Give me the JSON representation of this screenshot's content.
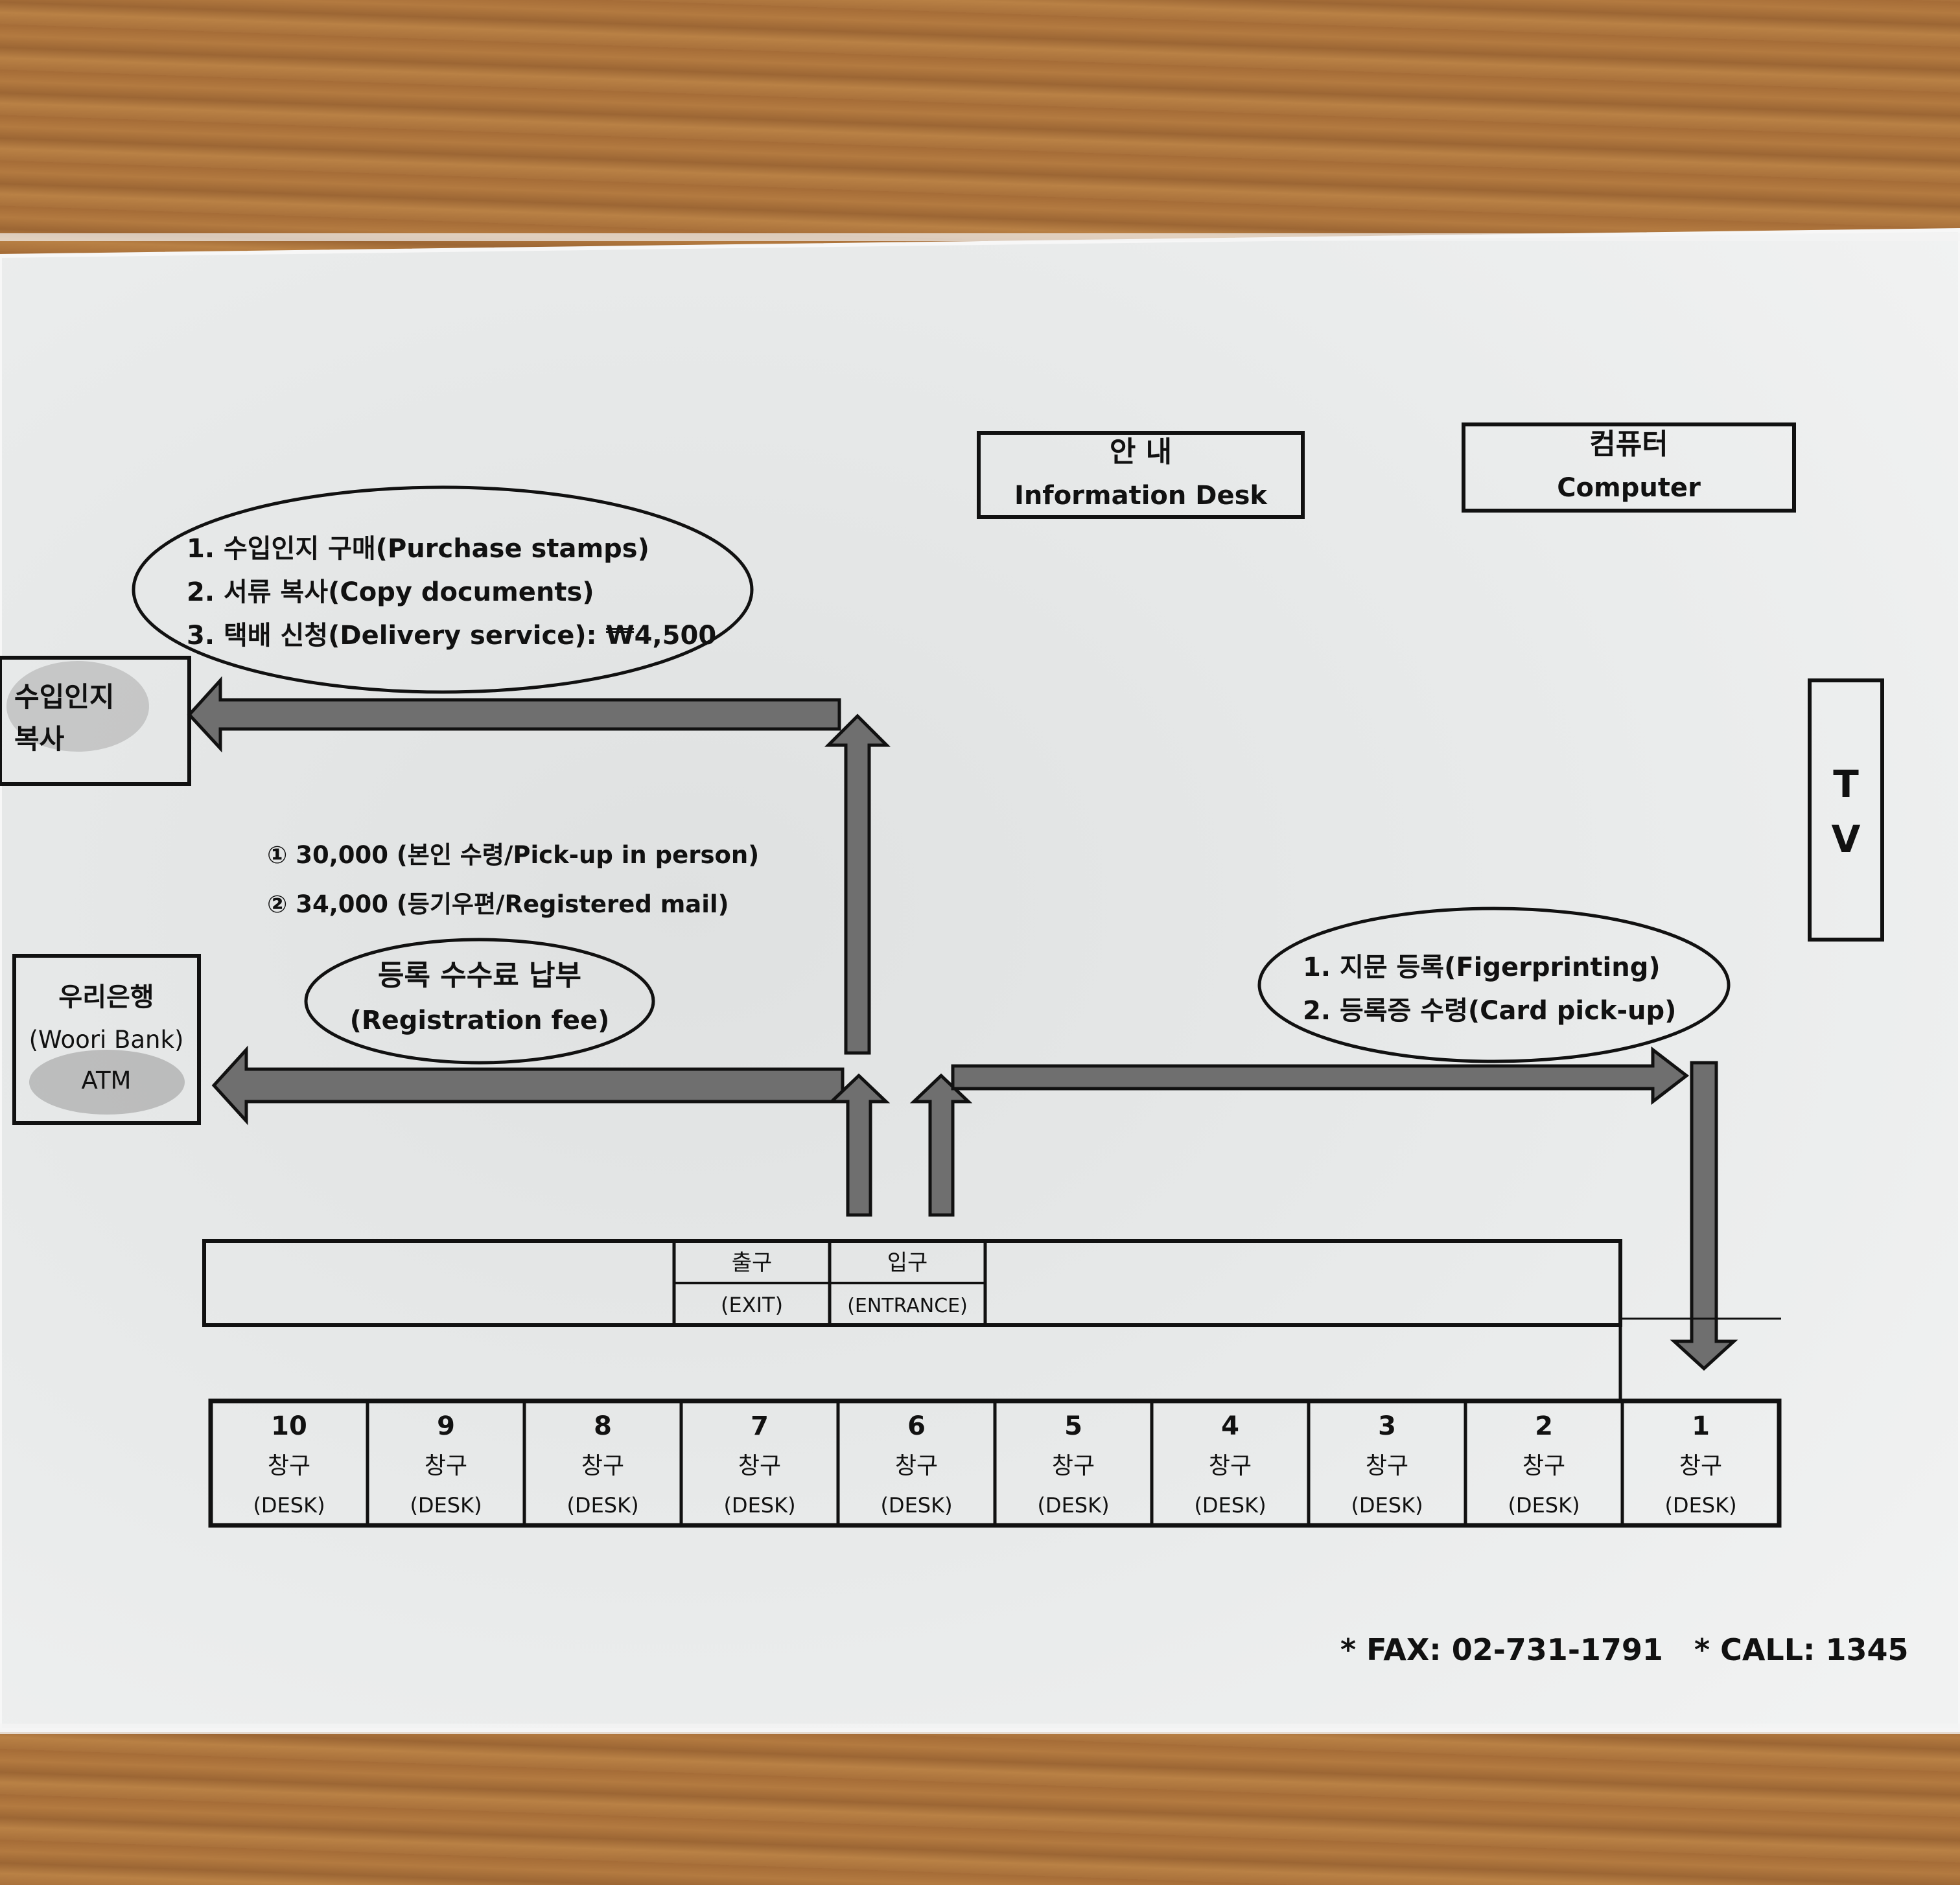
{
  "info_desk": {
    "ko": "안 내",
    "en": "Information Desk"
  },
  "computer": {
    "ko": "컴퓨터",
    "en": "Computer"
  },
  "tv": {
    "line1": "T",
    "line2": "V"
  },
  "stamps_oval": {
    "line1": "1. 수입인지 구매(Purchase stamps)",
    "line2": "2. 서류 복사(Copy documents)",
    "line3": "3. 택배 신청(Delivery service): ₩4,500"
  },
  "stamps_box": {
    "line1": "수입인지",
    "line2": "복사"
  },
  "fees": {
    "line1": "① 30,000 (본인 수령/Pick-up in person)",
    "line2": "② 34,000 (등기우편/Registered mail)"
  },
  "registration_oval": {
    "ko": "등록 수수료 납부",
    "en": "(Registration fee)"
  },
  "bank_box": {
    "line1": "우리은행",
    "line2": "(Woori Bank)",
    "line3": "ATM"
  },
  "finger_oval": {
    "line1": "1. 지문 등록(Figerprinting)",
    "line2": "2. 등록증 수령(Card pick-up)"
  },
  "exit": {
    "ko": "출구",
    "en": "(EXIT)"
  },
  "entrance": {
    "ko": "입구",
    "en": "(ENTRANCE)"
  },
  "desks": [
    {
      "num": "10",
      "ko": "창구",
      "en": "(DESK)"
    },
    {
      "num": "9",
      "ko": "창구",
      "en": "(DESK)"
    },
    {
      "num": "8",
      "ko": "창구",
      "en": "(DESK)"
    },
    {
      "num": "7",
      "ko": "창구",
      "en": "(DESK)"
    },
    {
      "num": "6",
      "ko": "창구",
      "en": "(DESK)"
    },
    {
      "num": "5",
      "ko": "창구",
      "en": "(DESK)"
    },
    {
      "num": "4",
      "ko": "창구",
      "en": "(DESK)"
    },
    {
      "num": "3",
      "ko": "창구",
      "en": "(DESK)"
    },
    {
      "num": "2",
      "ko": "창구",
      "en": "(DESK)"
    },
    {
      "num": "1",
      "ko": "창구",
      "en": "(DESK)"
    }
  ],
  "fax": "* FAX: 02-731-1791",
  "call": "* CALL: 1345",
  "colors": {
    "paper": "#e9ebeb",
    "arrow_fill": "#6f6f6f",
    "ink": "#111111",
    "wood": "#a9713b"
  }
}
